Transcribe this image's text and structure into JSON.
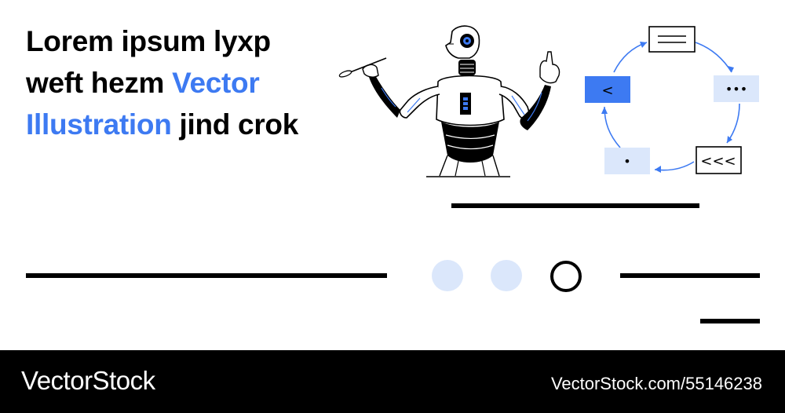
{
  "headline": {
    "part1": "Lorem ipsum lyxp weft hezm ",
    "accent": "Vector Illustration",
    "part2": " jind crok"
  },
  "colors": {
    "accent": "#3d7af2",
    "light_blue": "#dbe7fb",
    "black": "#000000",
    "white": "#ffffff"
  },
  "icons": [
    "robot-figure",
    "paintbrush-icon",
    "cycle-diagram",
    "menu-lines-icon",
    "ellipsis-icon",
    "triple-chevron-left-icon",
    "single-dot-icon",
    "chevron-left-icon"
  ],
  "cycle": {
    "card_ellipsis": "•••",
    "card_chevrons": "<<<",
    "card_dot": "•",
    "card_chevron": "<"
  },
  "footer": {
    "brand": "VectorStock",
    "url": "VectorStock.com/55146238"
  }
}
